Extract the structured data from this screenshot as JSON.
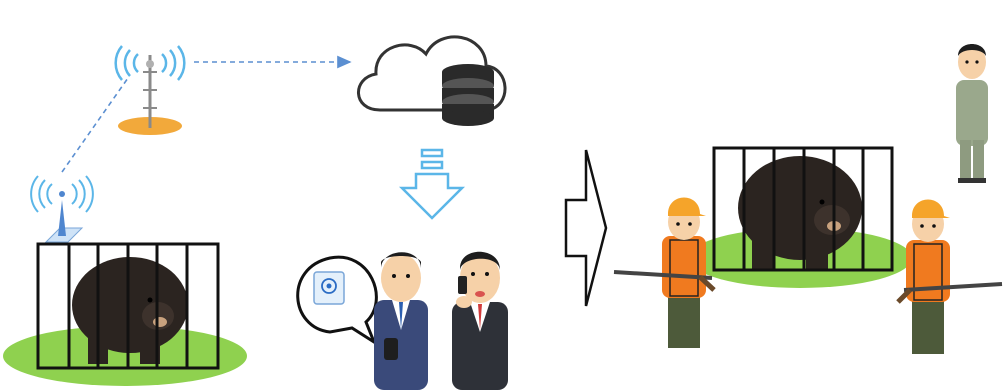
{
  "diagram": {
    "stages": [
      {
        "id": "trap-sensor",
        "icon": "wireless-sensor-icon"
      },
      {
        "id": "relay-station",
        "icon": "antenna-tower-icon"
      },
      {
        "id": "cloud-server",
        "icon": "cloud-database-icon"
      },
      {
        "id": "notification",
        "icon": "email-speech-bubble-icon"
      },
      {
        "id": "response",
        "icon": "hunters-with-caged-bear-icon"
      }
    ],
    "colors": {
      "signal": "#5bb6e8",
      "dashed_link": "#5b8fd1",
      "grass": "#8fd14f",
      "pad": "#f2a93b",
      "bear": "#2b2420",
      "cage": "#111111",
      "hunter_vest": "#f07a1f",
      "hunter_cap": "#f5a42a",
      "suit": "#3a3f4a",
      "staff_uniform": "#9aa88c"
    }
  }
}
